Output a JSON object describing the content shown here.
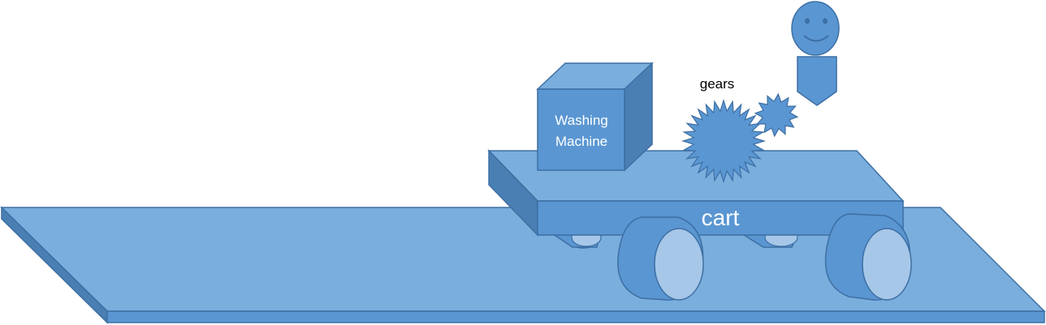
{
  "labels": {
    "washing_machine_line1": "Washing",
    "washing_machine_line2": "Machine",
    "gears": "gears",
    "cart": "cart"
  },
  "colors": {
    "light_fill": "#7aaedd",
    "mid_fill": "#5a96d2",
    "dark_side": "#4a7fb3",
    "outline": "#3d6fa3",
    "pale": "#a7c7e8",
    "text_on_shape": "#ffffff",
    "text": "#000000"
  },
  "icons": {
    "person": "smiley-person-icon",
    "gear_large": "large-gear-icon",
    "gear_small": "small-gear-icon"
  }
}
